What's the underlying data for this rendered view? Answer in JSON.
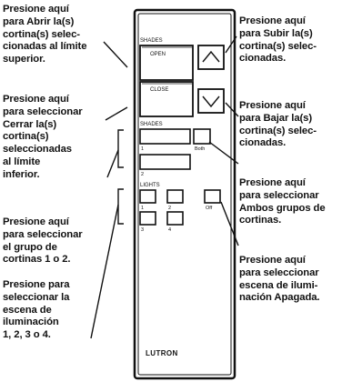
{
  "callouts_left": [
    "Presione aquí\npara Abrir la(s)\ncortina(s) selec-\ncionadas al límite\nsuperior.",
    "Presione aquí\npara seleccionar\nCerrar la(s)\ncortina(s)\nseleccionadas\nal límite\ninferior.",
    "Presione aquí\npara seleccionar\nel grupo de\ncortinas 1 o 2.",
    "Presione para\nseleccionar la\nescena de\niluminación\n1, 2, 3 o 4."
  ],
  "callouts_right": [
    "Presione aquí\npara Subir la(s)\ncortina(s) selec-\ncionadas.",
    "Presione aquí\npara Bajar la(s)\ncortina(s) selec-\ncionadas.",
    "Presione aquí\npara seleccionar\nAmbos grupos de\ncortinas.",
    "Presione aquí\npara seleccionar\nescena de ilumi-\nnación Apagada."
  ],
  "device": {
    "section_shades_1": "SHADES",
    "open_label": "OPEN",
    "close_label": "CLOSE",
    "section_shades_2": "SHADES",
    "group_1_label": "1",
    "group_2_label": "2",
    "both_label": "Both",
    "section_lights": "LIGHTS",
    "scene_1_label": "1",
    "scene_2_label": "2",
    "scene_3_label": "3",
    "scene_4_label": "4",
    "off_label": "Off",
    "brand": "LUTRON"
  },
  "icons": {
    "raise": "chevron-up-icon",
    "lower": "chevron-down-icon"
  }
}
